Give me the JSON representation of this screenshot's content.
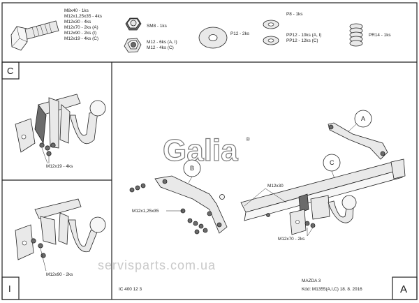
{
  "legend": {
    "bolt_lines": [
      "M8x40 - 1ks",
      "M12x1,25x35 - 4ks",
      "M12x30 - 4ks",
      "M12x70 - 2ks (A)",
      "M12x90 - 2ks (I)",
      "M12x19 - 4ks (C)"
    ],
    "nut_sm8": "SM8 - 1ks",
    "nut_m12_lines": [
      "M12 - 6ks (A, I)",
      "M12 - 4ks (C)"
    ],
    "washer_p12": "P12 - 2ks",
    "washer_group_lines": [
      "P8 - 1ks",
      "PP12 - 10ks (A, I)",
      "PP12 - 12ks (C)"
    ],
    "spring": "PR14 - 1ks"
  },
  "panel_c": {
    "letter": "C",
    "label": "M12x19 - 4ks"
  },
  "panel_i": {
    "letter": "I",
    "label": "M12x90 - 2ks"
  },
  "main": {
    "logo": "Galia",
    "logo_mark": "®",
    "callouts": [
      "A",
      "B",
      "C"
    ],
    "labels": {
      "m12x30": "M12x30",
      "m12x125x35": "M12x1,25x35",
      "m12x70": "M12x70 - 2ks"
    },
    "watermark": "servisparts.com.ua"
  },
  "footer": {
    "doc_id": "IC 400 12 3",
    "vehicle": "MAZDA 3",
    "code": "Kód: M1355(A,I,C)  18. 8. 2016",
    "corner_letter": "A"
  }
}
